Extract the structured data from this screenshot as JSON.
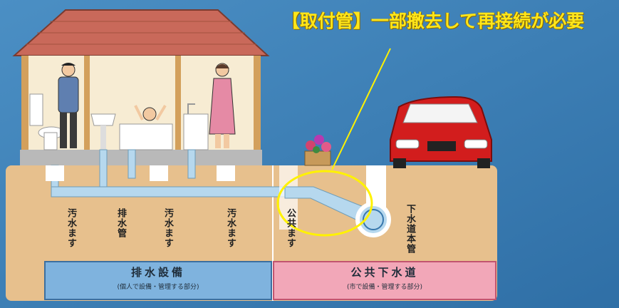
{
  "callout": {
    "text": "【取付管】一部撤去して再接続が必要"
  },
  "labels": {
    "masu_left": "汚水ます",
    "drain_pipe": "排水管",
    "masu_middle": "汚水ます",
    "masu_right": "汚水ます",
    "public_masu": "公共ます",
    "sewer_main": "下水道本管"
  },
  "private_box": {
    "title": "排水設備",
    "subtitle": "(個人で設備・管理する部分)"
  },
  "public_box": {
    "title": "公共下水道",
    "subtitle": "(市で設備・管理する部分)"
  },
  "colors": {
    "background": "#3f83b8",
    "ground": "#e7c08d",
    "pipe": "#b6d8ee",
    "callout_text": "#ffe61a",
    "highlight_ellipse": "#fff200",
    "car": "#d21d1d",
    "roof": "#c9695a"
  }
}
